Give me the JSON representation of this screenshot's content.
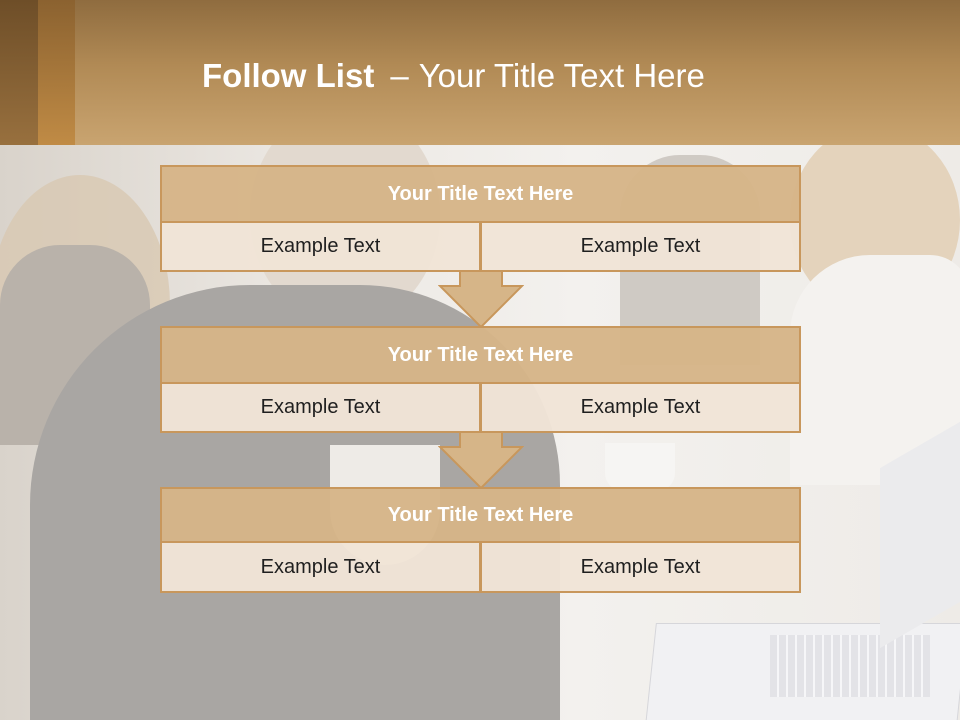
{
  "header": {
    "title_bold": "Follow List",
    "title_dash": "–",
    "title_rest": "Your Title Text Here"
  },
  "flow": [
    {
      "title": "Your Title Text Here",
      "left_text": "Example Text",
      "right_text": "Example Text"
    },
    {
      "title": "Your Title Text Here",
      "left_text": "Example Text",
      "right_text": "Example Text"
    },
    {
      "title": "Your Title Text Here",
      "left_text": "Example Text",
      "right_text": "Example Text"
    }
  ],
  "colors": {
    "header_brown": "#b18a55",
    "box_title_fill": "#d6b588",
    "box_cell_fill": "#f0e4d6",
    "box_border": "#c8975c"
  }
}
